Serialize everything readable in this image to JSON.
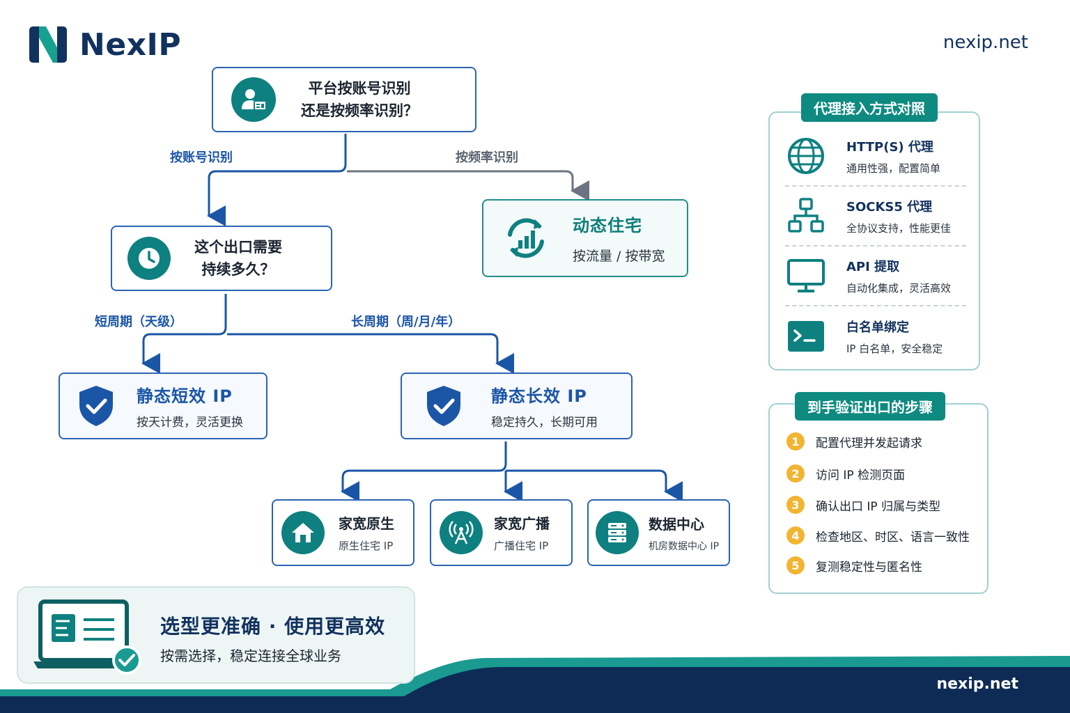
{
  "brand": {
    "name": "NexIP",
    "site": "nexip.net"
  },
  "root": {
    "line1": "平台按账号识别",
    "line2": "还是按频率识别？"
  },
  "edges": {
    "by_account": "按账号识别",
    "by_frequency": "按频率识别",
    "short": "短周期（天级）",
    "long": "长周期（周/月/年）"
  },
  "dynamic": {
    "title": "动态住宅",
    "sub": "按流量 / 按带宽"
  },
  "duration": {
    "line1": "这个出口需要",
    "line2": "持续多久？"
  },
  "static_short": {
    "title": "静态短效 IP",
    "sub": "按天计费，灵活更换"
  },
  "static_long": {
    "title": "静态长效 IP",
    "sub": "稳定持久，长期可用"
  },
  "leaves": [
    {
      "title": "家宽原生",
      "sub": "原生住宅 IP",
      "icon": "house-icon"
    },
    {
      "title": "家宽广播",
      "sub": "广播住宅 IP",
      "icon": "antenna-icon"
    },
    {
      "title": "数据中心",
      "sub": "机房数据中心 IP",
      "icon": "server-icon"
    }
  ],
  "methods": {
    "tag": "代理接入方式对照",
    "items": [
      {
        "title": "HTTP(S) 代理",
        "sub": "通用性强，配置简单",
        "icon": "globe-icon"
      },
      {
        "title": "SOCKS5 代理",
        "sub": "全协议支持，性能更佳",
        "icon": "network-icon"
      },
      {
        "title": "API 提取",
        "sub": "自动化集成，灵活高效",
        "icon": "monitor-icon"
      },
      {
        "title": "白名单绑定",
        "sub": "IP 白名单，安全稳定",
        "icon": "terminal-icon"
      }
    ]
  },
  "steps": {
    "tag": "到手验证出口的步骤",
    "items": [
      {
        "num": "1",
        "text": "配置代理并发起请求"
      },
      {
        "num": "2",
        "text": "访问 IP 检测页面"
      },
      {
        "num": "3",
        "text": "确认出口 IP 归属与类型"
      },
      {
        "num": "4",
        "text": "检查地区、时区、语言一致性"
      },
      {
        "num": "5",
        "text": "复测稳定性与匿名性"
      }
    ]
  },
  "banner": {
    "title": "选型更准确 · 使用更高效",
    "sub": "按需选择，稳定连接全球业务"
  },
  "colors": {
    "navy": "#12325e",
    "blue": "#1b56a6",
    "teal": "#0e8080",
    "gold": "#f2b531"
  }
}
